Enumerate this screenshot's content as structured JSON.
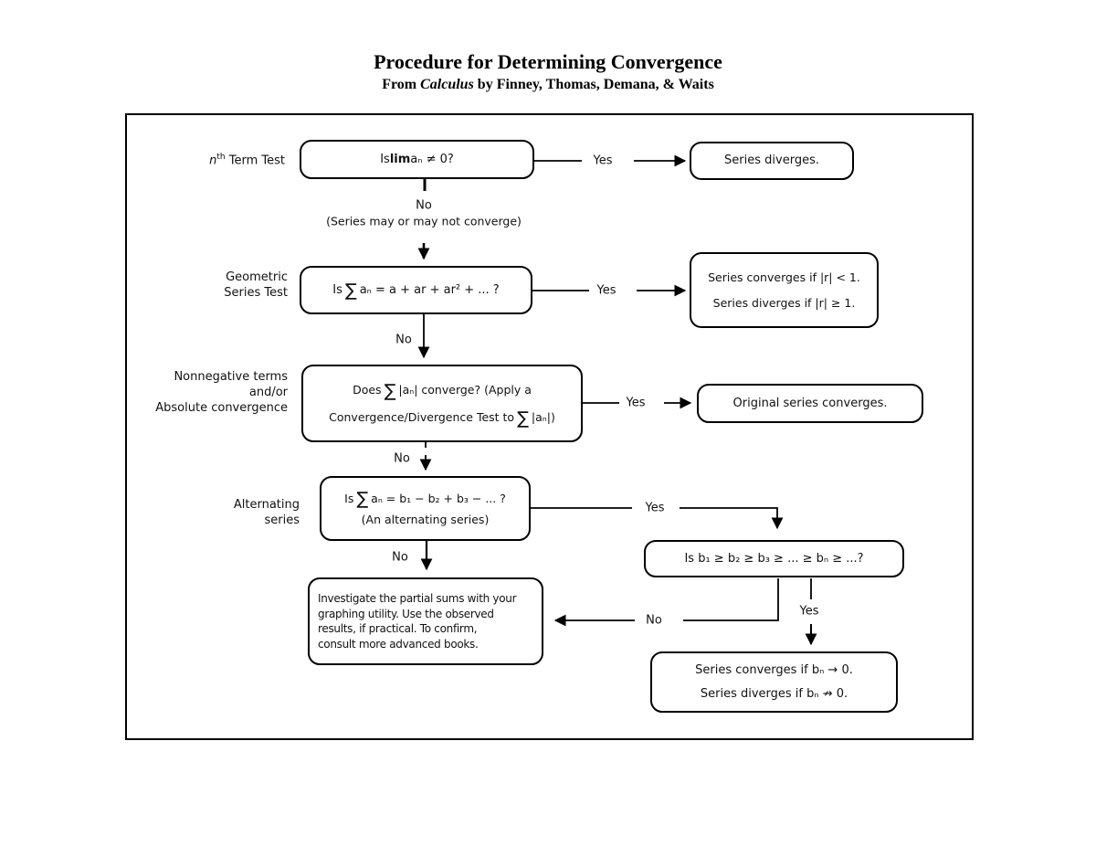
{
  "colors": {
    "ink": "#000000",
    "background": "#ffffff"
  },
  "title": "Procedure for Determining Convergence",
  "subtitle": {
    "pre": "From ",
    "book": "Calculus",
    "post": " by Finney, Thomas, Demana, & Waits"
  },
  "rows": {
    "nth": {
      "label_n": "n",
      "label_sup": "th",
      "label_rest": " Term Test",
      "q_pre": "Is ",
      "q_lim": "lim",
      "q_post": " aₙ ≠ 0?",
      "yes": "Yes",
      "result": "Series diverges.",
      "no": "No",
      "note": "(Series may or may not converge)"
    },
    "geometric": {
      "label1": "Geometric",
      "label2": "Series Test",
      "q_pre": "Is ",
      "q_sigma": "∑",
      "q_post": "aₙ = a + ar + ar² + ... ?",
      "yes": "Yes",
      "result1": "Series converges if |r| < 1.",
      "result2": "Series diverges if |r| ≥ 1.",
      "no": "No"
    },
    "absolute": {
      "label1": "Nonnegative terms",
      "label2": "and/or",
      "label3": "Absolute convergence",
      "q1_pre": "Does ",
      "q1_sigma": "∑",
      "q1_post": "|aₙ| converge? (Apply a",
      "q2_pre": "Convergence/Divergence Test to ",
      "q2_sigma": "∑",
      "q2_post": "|aₙ|)",
      "yes": "Yes",
      "result": "Original series converges.",
      "no": "No"
    },
    "alternating": {
      "label1": "Alternating",
      "label2": "series",
      "q1_pre": "Is ",
      "q1_sigma": "∑",
      "q1_post": "aₙ = b₁ − b₂ + b₃ − ... ?",
      "q2": "(An alternating series)",
      "yes": "Yes",
      "no": "No"
    },
    "monotone": {
      "question": "Is b₁ ≥ b₂ ≥ b₃ ≥ ... ≥ bₙ ≥ ...?",
      "yes": "Yes",
      "no": "No"
    },
    "investigate": {
      "line1": "Investigate the partial sums with your",
      "line2": "graphing utility.  Use the observed",
      "line3": "results, if practical.  To confirm,",
      "line4": "consult more advanced books."
    },
    "final": {
      "result1": "Series converges if bₙ → 0.",
      "result2": "Series diverges if bₙ ↛ 0."
    }
  }
}
